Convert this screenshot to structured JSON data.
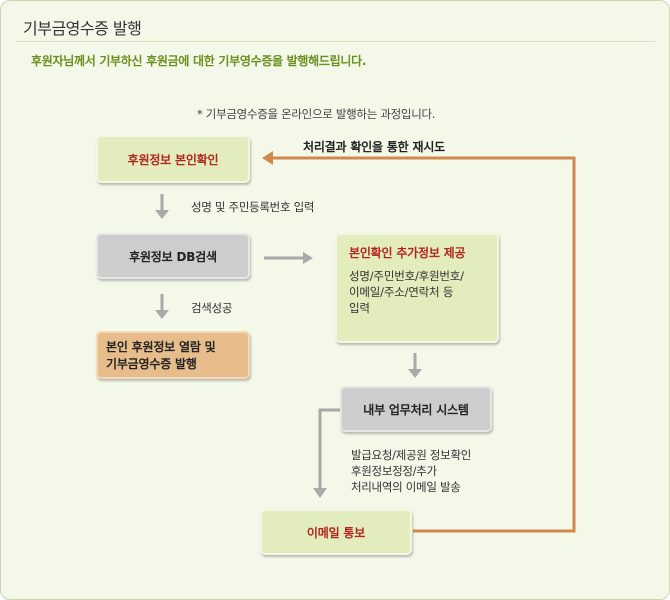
{
  "header": {
    "title": "기부금영수증 발행",
    "subtitle": "후원자님께서 기부하신 후원금에 대한 기부영수증을 발행해드립니다."
  },
  "note": "* 기부금영수증을 온라인으로 발행하는 과정입니다.",
  "flow": {
    "step_identity": "후원정보 본인확인",
    "label_identity_input": "성명 및 주민등록번호 입력",
    "step_db_search": "후원정보 DB검색",
    "label_search_success": "검색성공",
    "step_view_issue_line1": "본인 후원정보 열람 및",
    "step_view_issue_line2": "기부금영수증 발행",
    "step_extra_title": "본인확인 추가정보 제공",
    "step_extra_line1": "성명/주민번호/후원번호/",
    "step_extra_line2": "이메일/주소/연락처 등",
    "step_extra_line3": "입력",
    "step_internal": "내부 업무처리 시스템",
    "label_internal_line1": "발급요청/제공원 정보확인",
    "label_internal_line2": "후원정보정정/추가",
    "label_internal_line3": "처리내역의 이메일 발송",
    "step_email": "이메일 통보",
    "feedback_label": "처리결과 확인을 통한 재시도"
  },
  "colors": {
    "arrow_gray": "#a9a9a9",
    "arrow_orange": "#d08a4e",
    "step_red_text": "#b3261e",
    "subtitle_green": "#6a8f1e"
  }
}
